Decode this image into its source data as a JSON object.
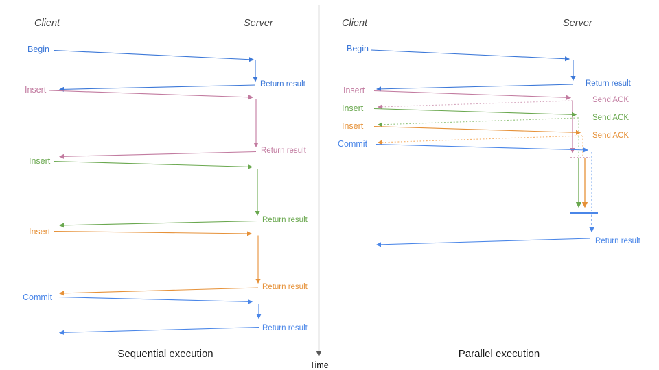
{
  "diagram": {
    "time_label": "Time",
    "left": {
      "title": "Sequential execution",
      "client_header": "Client",
      "server_header": "Server",
      "rows": [
        {
          "label": "Begin",
          "result": "Return result",
          "color": "#3c78d8"
        },
        {
          "label": "Insert",
          "result": "Return result",
          "color": "#c27ba0"
        },
        {
          "label": "Insert",
          "result": "Return result",
          "color": "#6aa84f"
        },
        {
          "label": "Insert",
          "result": "Return result",
          "color": "#e69138"
        },
        {
          "label": "Commit",
          "result": "Return result",
          "color": "#4a86e8"
        }
      ]
    },
    "right": {
      "title": "Parallel execution",
      "client_header": "Client",
      "server_header": "Server",
      "rows": [
        {
          "label": "Begin",
          "result": "Return result",
          "color": "#3c78d8"
        },
        {
          "label": "Insert",
          "result": "Send ACK",
          "color": "#c27ba0"
        },
        {
          "label": "Insert",
          "result": "Send ACK",
          "color": "#6aa84f"
        },
        {
          "label": "Insert",
          "result": "Send ACK",
          "color": "#e69138"
        },
        {
          "label": "Commit",
          "result": "Return result",
          "color": "#4a86e8"
        }
      ]
    },
    "colors": {
      "blue": "#3c78d8",
      "blue_bright": "#4a86e8",
      "blue_light": "#6d9eeb",
      "pink": "#c27ba0",
      "pink_light": "#d5a6bd",
      "green": "#6aa84f",
      "green_light": "#93c47d",
      "orange": "#e69138",
      "orange_light": "#f6b26c",
      "axis_gray": "#595959",
      "header_gray": "#434343"
    }
  }
}
